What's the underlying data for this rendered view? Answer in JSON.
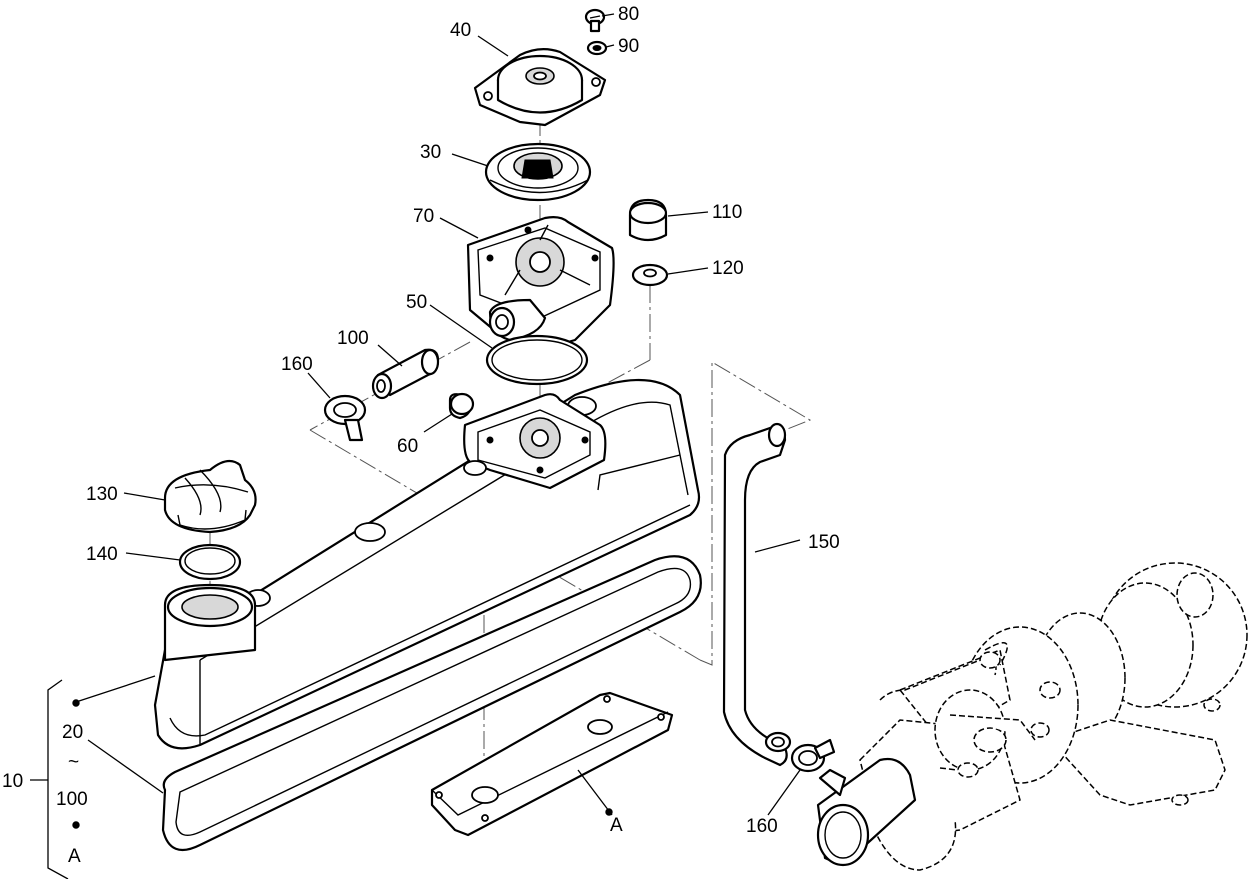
{
  "callouts": {
    "c80": "80",
    "c90": "90",
    "c40": "40",
    "c30": "30",
    "c70": "70",
    "c110": "110",
    "c120": "120",
    "c50": "50",
    "c100": "100",
    "c160a": "160",
    "c60": "60",
    "c130": "130",
    "c140": "140",
    "c150": "150",
    "c10": "10",
    "c20": "20",
    "c100b": "100",
    "cA1": "A",
    "cA2": "A",
    "c160b": "160"
  },
  "range_symbol": "~",
  "colors": {
    "line": "#000000",
    "background": "#ffffff",
    "phantom_line": "#555555"
  }
}
